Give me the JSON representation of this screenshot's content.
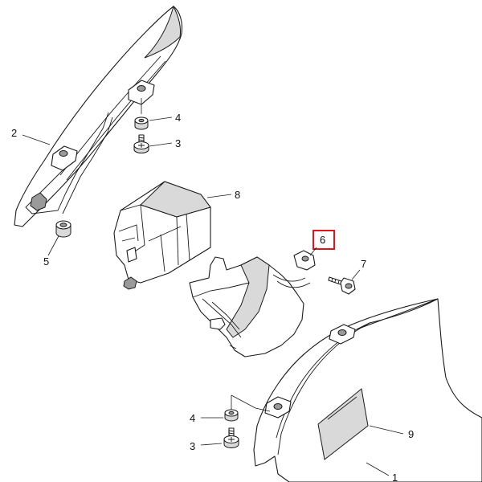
{
  "callouts": {
    "c1": "1",
    "c2": "2",
    "c3a": "3",
    "c3b": "3",
    "c4a": "4",
    "c4b": "4",
    "c5": "5",
    "c6": "6",
    "c7": "7",
    "c8": "8",
    "c9": "9"
  },
  "highlight": {
    "part_number": "6",
    "color": "#e0141b"
  },
  "icons": {
    "screw": "screw-icon",
    "collar": "collar-icon",
    "grommet": "grommet-icon",
    "bolt": "bolt-icon"
  }
}
